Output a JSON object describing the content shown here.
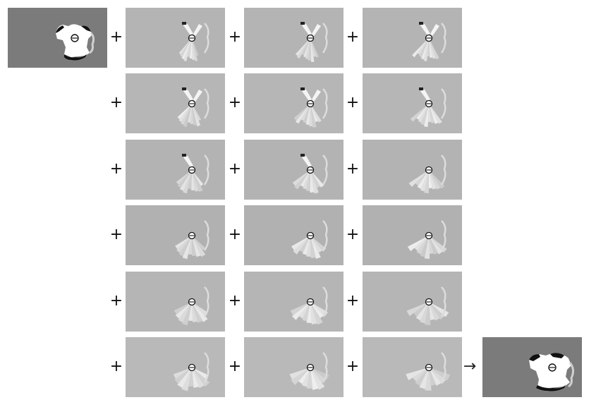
{
  "operators": {
    "plus": "+",
    "arrow": "→"
  },
  "colors": {
    "background": "#ffffff",
    "map_dark": "#7b7b7b",
    "map_light_tiles": [
      "#b4b4b4",
      "#b6b6b6",
      "#b3b3b3",
      "#b1b1b1",
      "#b5b5b5",
      "#b9b9b9"
    ],
    "free_space": "#ffffff",
    "obstacle": "#111111"
  },
  "icons": {
    "robot": "robot-marker-icon",
    "sensor_fan": "sensor-scan-fan-icon",
    "arrow": "result-arrow-icon"
  },
  "diagram": {
    "input_map": {
      "kind": "initial-occupancy-map"
    },
    "output_map": {
      "kind": "fused-occupancy-map"
    },
    "grid_rows": 6,
    "grid_cols": 3
  }
}
